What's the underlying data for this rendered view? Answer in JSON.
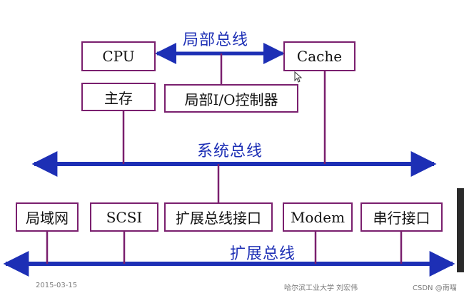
{
  "diagram": {
    "local_bus": {
      "label": "局部总线"
    },
    "system_bus": {
      "label": "系统总线"
    },
    "expansion_bus": {
      "label": "扩展总线"
    },
    "boxes": {
      "cpu": "CPU",
      "cache": "Cache",
      "main_memory": "主存",
      "local_io_controller": "局部I/O控制器",
      "lan": "局域网",
      "scsi": "SCSI",
      "expansion_bus_interface": "扩展总线接口",
      "modem": "Modem",
      "serial_interface": "串行接口"
    }
  },
  "footer": {
    "date": "2015-03-15",
    "author": "哈尔滨工业大学   刘宏伟",
    "watermark": "CSDN @南喵"
  },
  "colors": {
    "bus": "#1d2fb5",
    "box_border": "#7a1f6e",
    "line": "#7a1f6e"
  }
}
